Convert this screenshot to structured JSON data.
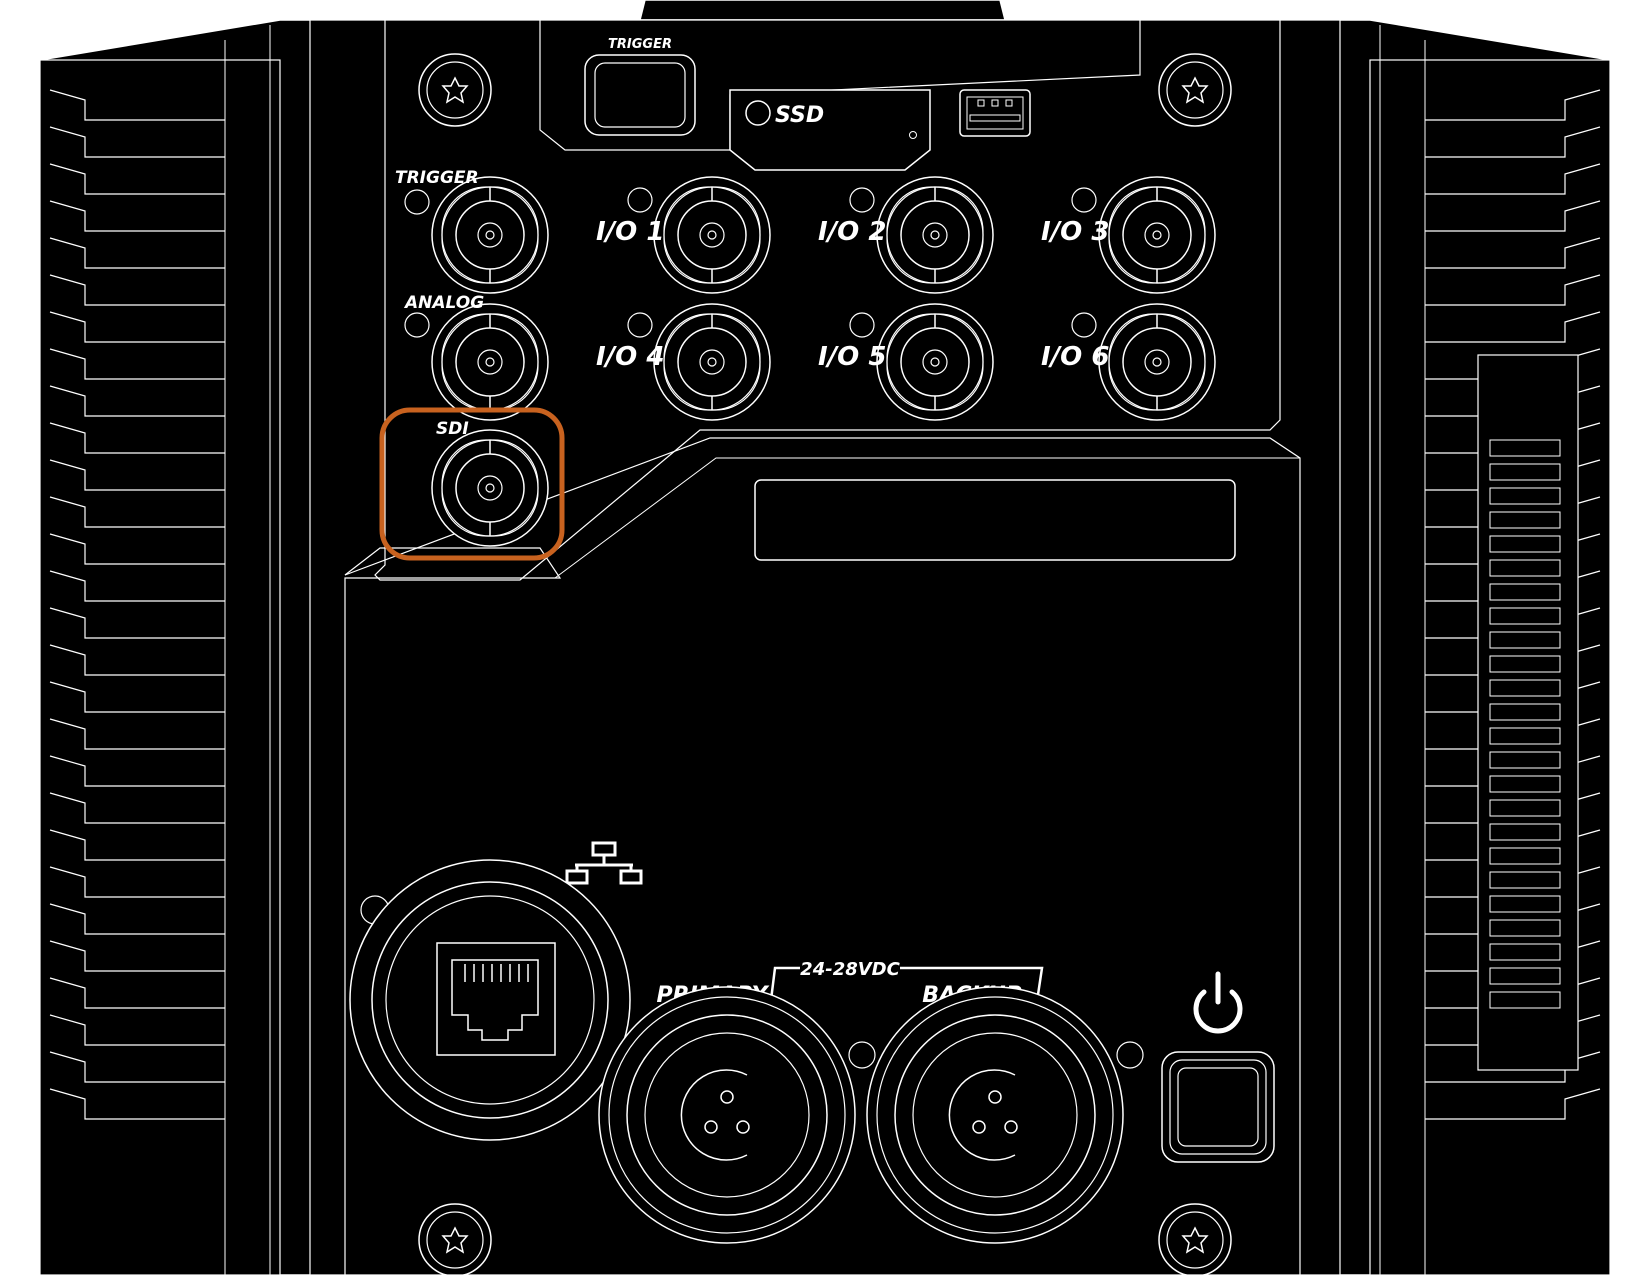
{
  "labels": {
    "trigger_button": "TRIGGER",
    "ssd": "SSD",
    "trigger_bnc": "TRIGGER",
    "analog": "ANALOG",
    "sdi": "SDI",
    "io1": "I/O 1",
    "io2": "I/O 2",
    "io3": "I/O 3",
    "io4": "I/O 4",
    "io5": "I/O 5",
    "io6": "I/O 6",
    "voltage": "24-28VDC",
    "primary": "PRIMARY",
    "backup": "BACKUP"
  },
  "icons": {
    "network": "network-icon",
    "power": "power-icon",
    "screw": "screw-icon",
    "usb": "usb-port-icon"
  },
  "colors": {
    "background": "#000000",
    "line": "#ffffff",
    "highlight": "#c8621f"
  },
  "highlighted_port": "SDI"
}
